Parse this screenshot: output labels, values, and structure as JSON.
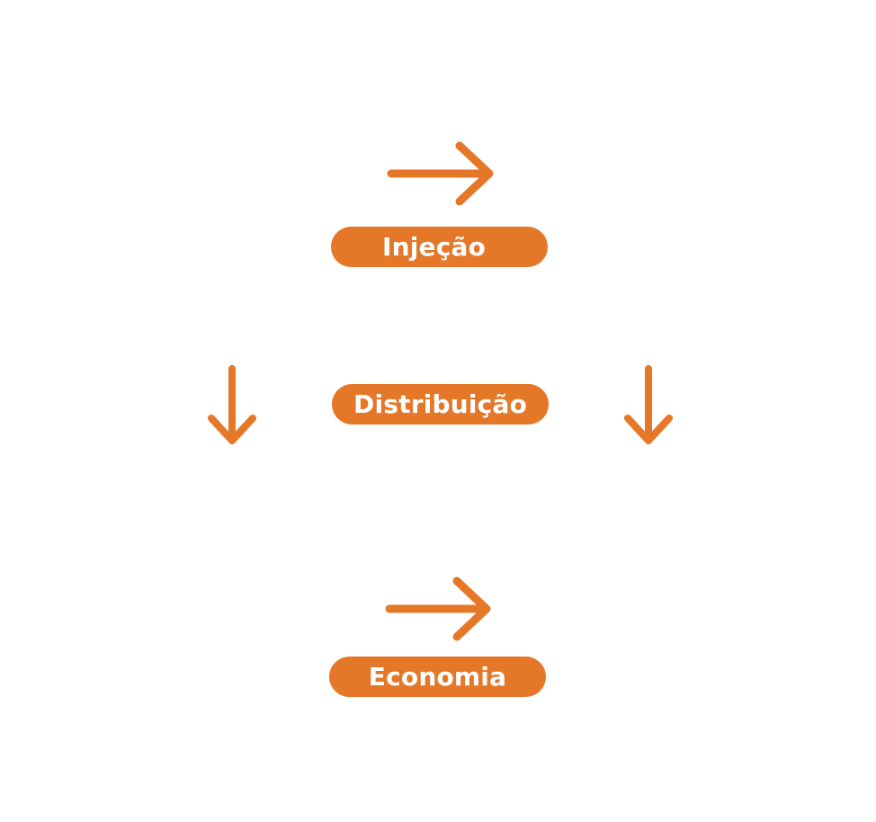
{
  "diagram": {
    "accent_color": "#E57828",
    "nodes": [
      {
        "id": "injecao",
        "label": "Injeção"
      },
      {
        "id": "distribuicao",
        "label": "Distribuição"
      },
      {
        "id": "economia",
        "label": "Economia"
      }
    ],
    "arrows": [
      {
        "id": "top",
        "direction": "right"
      },
      {
        "id": "left",
        "direction": "down"
      },
      {
        "id": "right",
        "direction": "down"
      },
      {
        "id": "bottom",
        "direction": "right"
      }
    ]
  }
}
